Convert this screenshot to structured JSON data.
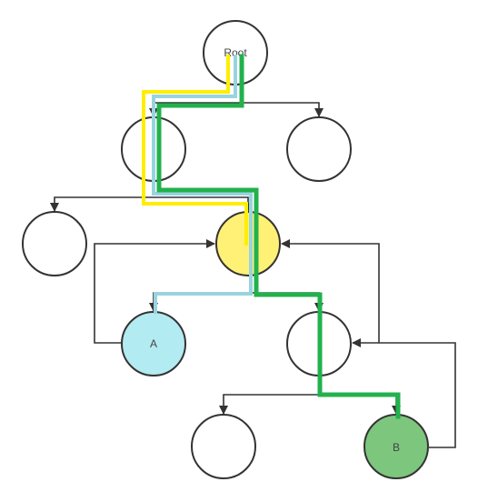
{
  "nodes": {
    "root": {
      "label": "Root",
      "fill": "#ffffff"
    },
    "l1_left": {
      "label": "",
      "fill": "#ffffff"
    },
    "l1_right": {
      "label": "",
      "fill": "#ffffff"
    },
    "l2_left": {
      "label": "",
      "fill": "#ffffff"
    },
    "l2_mid": {
      "label": "",
      "fill": "#fff176"
    },
    "a": {
      "label": "A",
      "fill": "#b3ebf2"
    },
    "l3_right": {
      "label": "",
      "fill": "#ffffff"
    },
    "l4_left": {
      "label": "",
      "fill": "#ffffff"
    },
    "b": {
      "label": "B",
      "fill": "#7dc67e"
    }
  },
  "paths": {
    "yellow": "#ffee00",
    "light_blue": "#9ad3e0",
    "green": "#22b14c"
  },
  "edge_color": "#333333"
}
